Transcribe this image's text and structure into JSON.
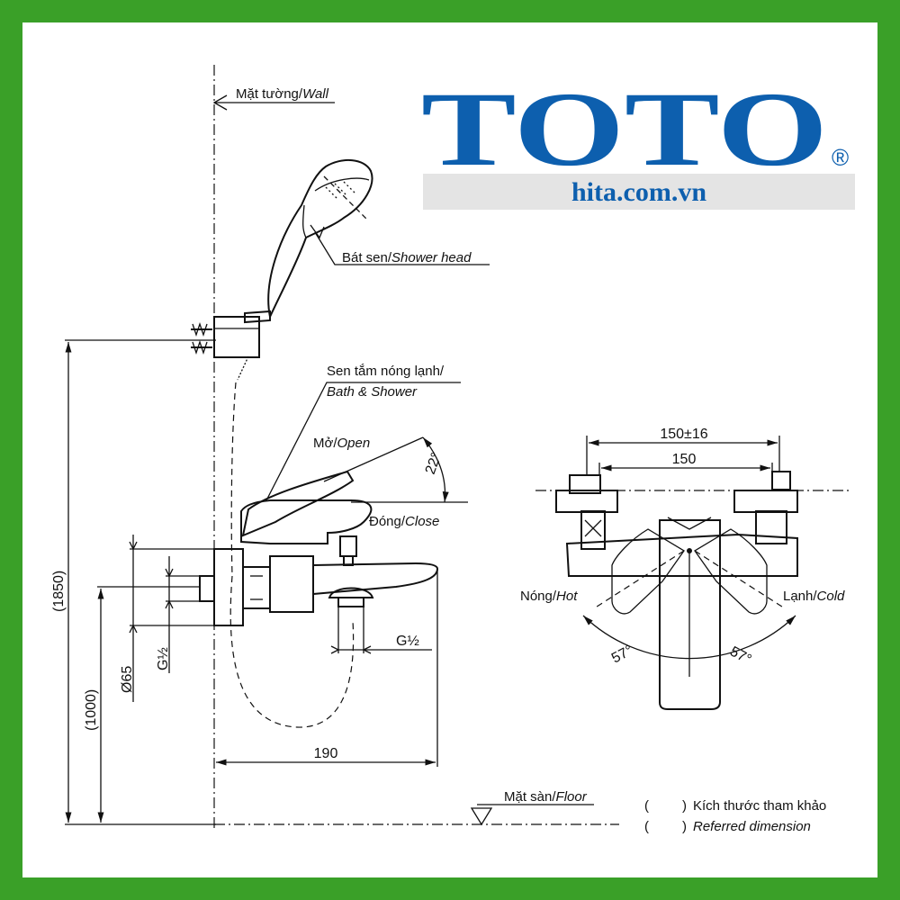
{
  "brand": {
    "logo_text": "TOTO",
    "registered_mark": "®",
    "website": "hita.com.vn",
    "color": "#0d5fae"
  },
  "frame_color": "#3aa028",
  "labels": {
    "wall_vi": "Mặt tường/",
    "wall_en": "Wall",
    "shower_head_vi": "Bát sen/",
    "shower_head_en": "Shower head",
    "bath_shower_vi": "Sen tắm nóng lạnh/",
    "bath_shower_en": "Bath & Shower",
    "open_vi": "Mở/",
    "open_en": "Open",
    "close_vi": "Đóng/",
    "close_en": "Close",
    "hot_vi": "Nóng/",
    "hot_en": "Hot",
    "cold_vi": "Lạnh/",
    "cold_en": "Cold",
    "floor_vi": "Mặt sàn/",
    "floor_en": "Floor"
  },
  "dimensions": {
    "total_height": "(1850)",
    "outlet_height": "(1000)",
    "flange_diameter": "Ø65",
    "inlet_thread": "G½",
    "outlet_thread": "G½",
    "projection": "190",
    "lever_angle": "22°",
    "center_distance_range": "150±16",
    "center_distance": "150",
    "rotation_hot": "57°",
    "rotation_cold": "57°"
  },
  "legend": {
    "bracket_open": "(",
    "bracket_close": ")",
    "reference_vi": "Kích thước tham khảo",
    "reference_en": "Referred dimension"
  }
}
